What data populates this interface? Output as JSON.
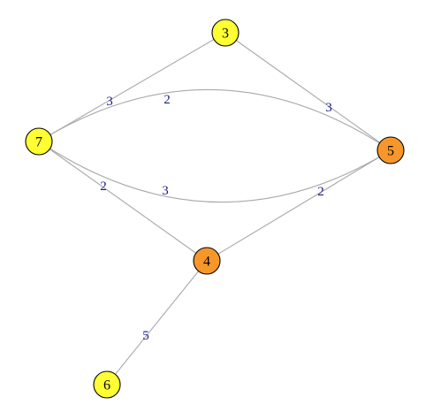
{
  "graph": {
    "nodes": [
      {
        "id": "3",
        "label": "3",
        "color": "#ffff33"
      },
      {
        "id": "7",
        "label": "7",
        "color": "#ffff33"
      },
      {
        "id": "5",
        "label": "5",
        "color": "#f7972a"
      },
      {
        "id": "4",
        "label": "4",
        "color": "#f7972a"
      },
      {
        "id": "6",
        "label": "6",
        "color": "#ffff33"
      }
    ],
    "edges": [
      {
        "id": "e-7-3",
        "from": "7",
        "to": "3",
        "weight": "3"
      },
      {
        "id": "e-3-5",
        "from": "3",
        "to": "5",
        "weight": "3"
      },
      {
        "id": "e-7-5-upper",
        "from": "7",
        "to": "5",
        "weight": "2"
      },
      {
        "id": "e-7-5-lower",
        "from": "7",
        "to": "5",
        "weight": "3"
      },
      {
        "id": "e-7-4",
        "from": "7",
        "to": "4",
        "weight": "2"
      },
      {
        "id": "e-4-5",
        "from": "4",
        "to": "5",
        "weight": "2"
      },
      {
        "id": "e-4-6",
        "from": "4",
        "to": "6",
        "weight": "5"
      }
    ],
    "edge_color": "#a9a9a9",
    "label_color": "#1a1a8c"
  }
}
